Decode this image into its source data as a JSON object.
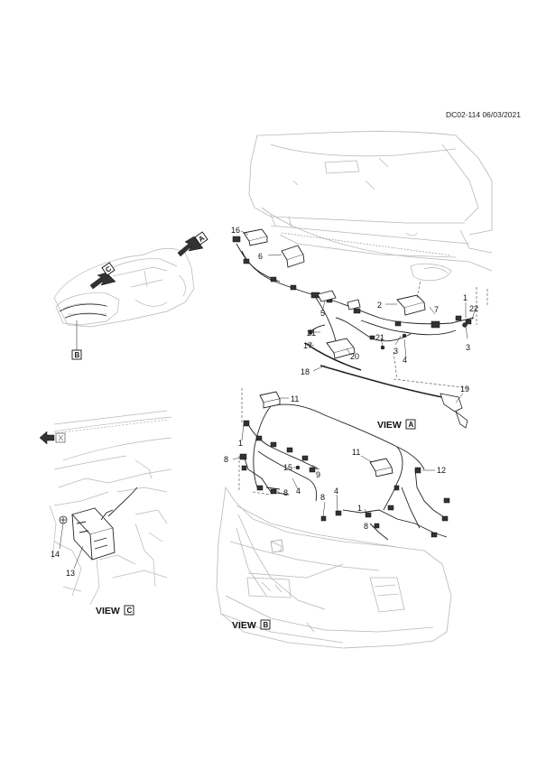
{
  "document_code": "DC02-114 06/03/2021",
  "views": {
    "a": {
      "text": "VIEW",
      "letter": "A"
    },
    "b": {
      "text": "VIEW",
      "letter": "B"
    },
    "c": {
      "text": "VIEW",
      "letter": "C"
    }
  },
  "overview_markers": {
    "a": "A",
    "b": "B",
    "c": "C"
  },
  "callouts": {
    "c16": "16",
    "c6": "6",
    "c5": "5",
    "c2": "2",
    "c7": "7",
    "c1a": "1",
    "c22": "22",
    "c21a": "21",
    "c21b": "21",
    "c3a": "3",
    "c3b": "3",
    "c17": "17",
    "c20": "20",
    "c4a": "4",
    "c18": "18",
    "c19": "19",
    "c11a": "11",
    "c11b": "11",
    "c1b": "1",
    "c8a": "8",
    "c15": "15",
    "c9": "9",
    "c12": "12",
    "c8b": "8",
    "c4b": "4",
    "c8c": "8",
    "c4c": "4",
    "c1c": "1",
    "c8d": "8",
    "c14": "14",
    "c13": "13"
  }
}
